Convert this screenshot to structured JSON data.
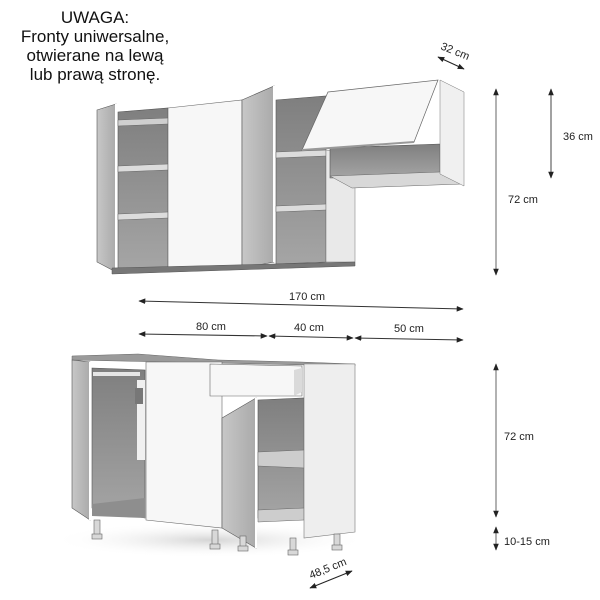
{
  "note": {
    "line1": "UWAGA:",
    "line2": "Fronty uniwersalne,",
    "line3": "otwierane na lewą",
    "line4": "lub prawą stronę."
  },
  "upper_cabinets": {
    "depth_label": "32 cm",
    "total_height_label": "72 cm",
    "top_unit_height_label": "36 cm"
  },
  "widths": {
    "total_label": "170 cm",
    "segment_1_label": "80 cm",
    "segment_2_label": "40 cm",
    "segment_3_label": "50 cm"
  },
  "lower_cabinets": {
    "height_label": "72 cm",
    "legs_label": "10-15 cm",
    "depth_label": "48,5 cm"
  },
  "colors": {
    "front_white": "#f7f7f7",
    "side_grey": "#bdbdbd",
    "interior_dark": "#8a8a8a",
    "interior_mid": "#a8a8a8",
    "arrow": "#222222"
  }
}
